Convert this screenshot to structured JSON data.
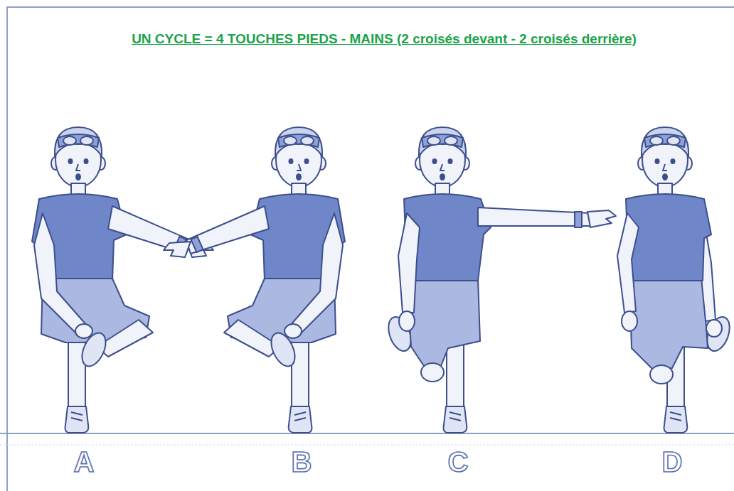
{
  "diagram": {
    "title": "UN CYCLE = 4 TOUCHES PIEDS - MAINS (2 croisés devant - 2 croisés derrière)",
    "labels": [
      "A",
      "B",
      "C",
      "D"
    ]
  }
}
